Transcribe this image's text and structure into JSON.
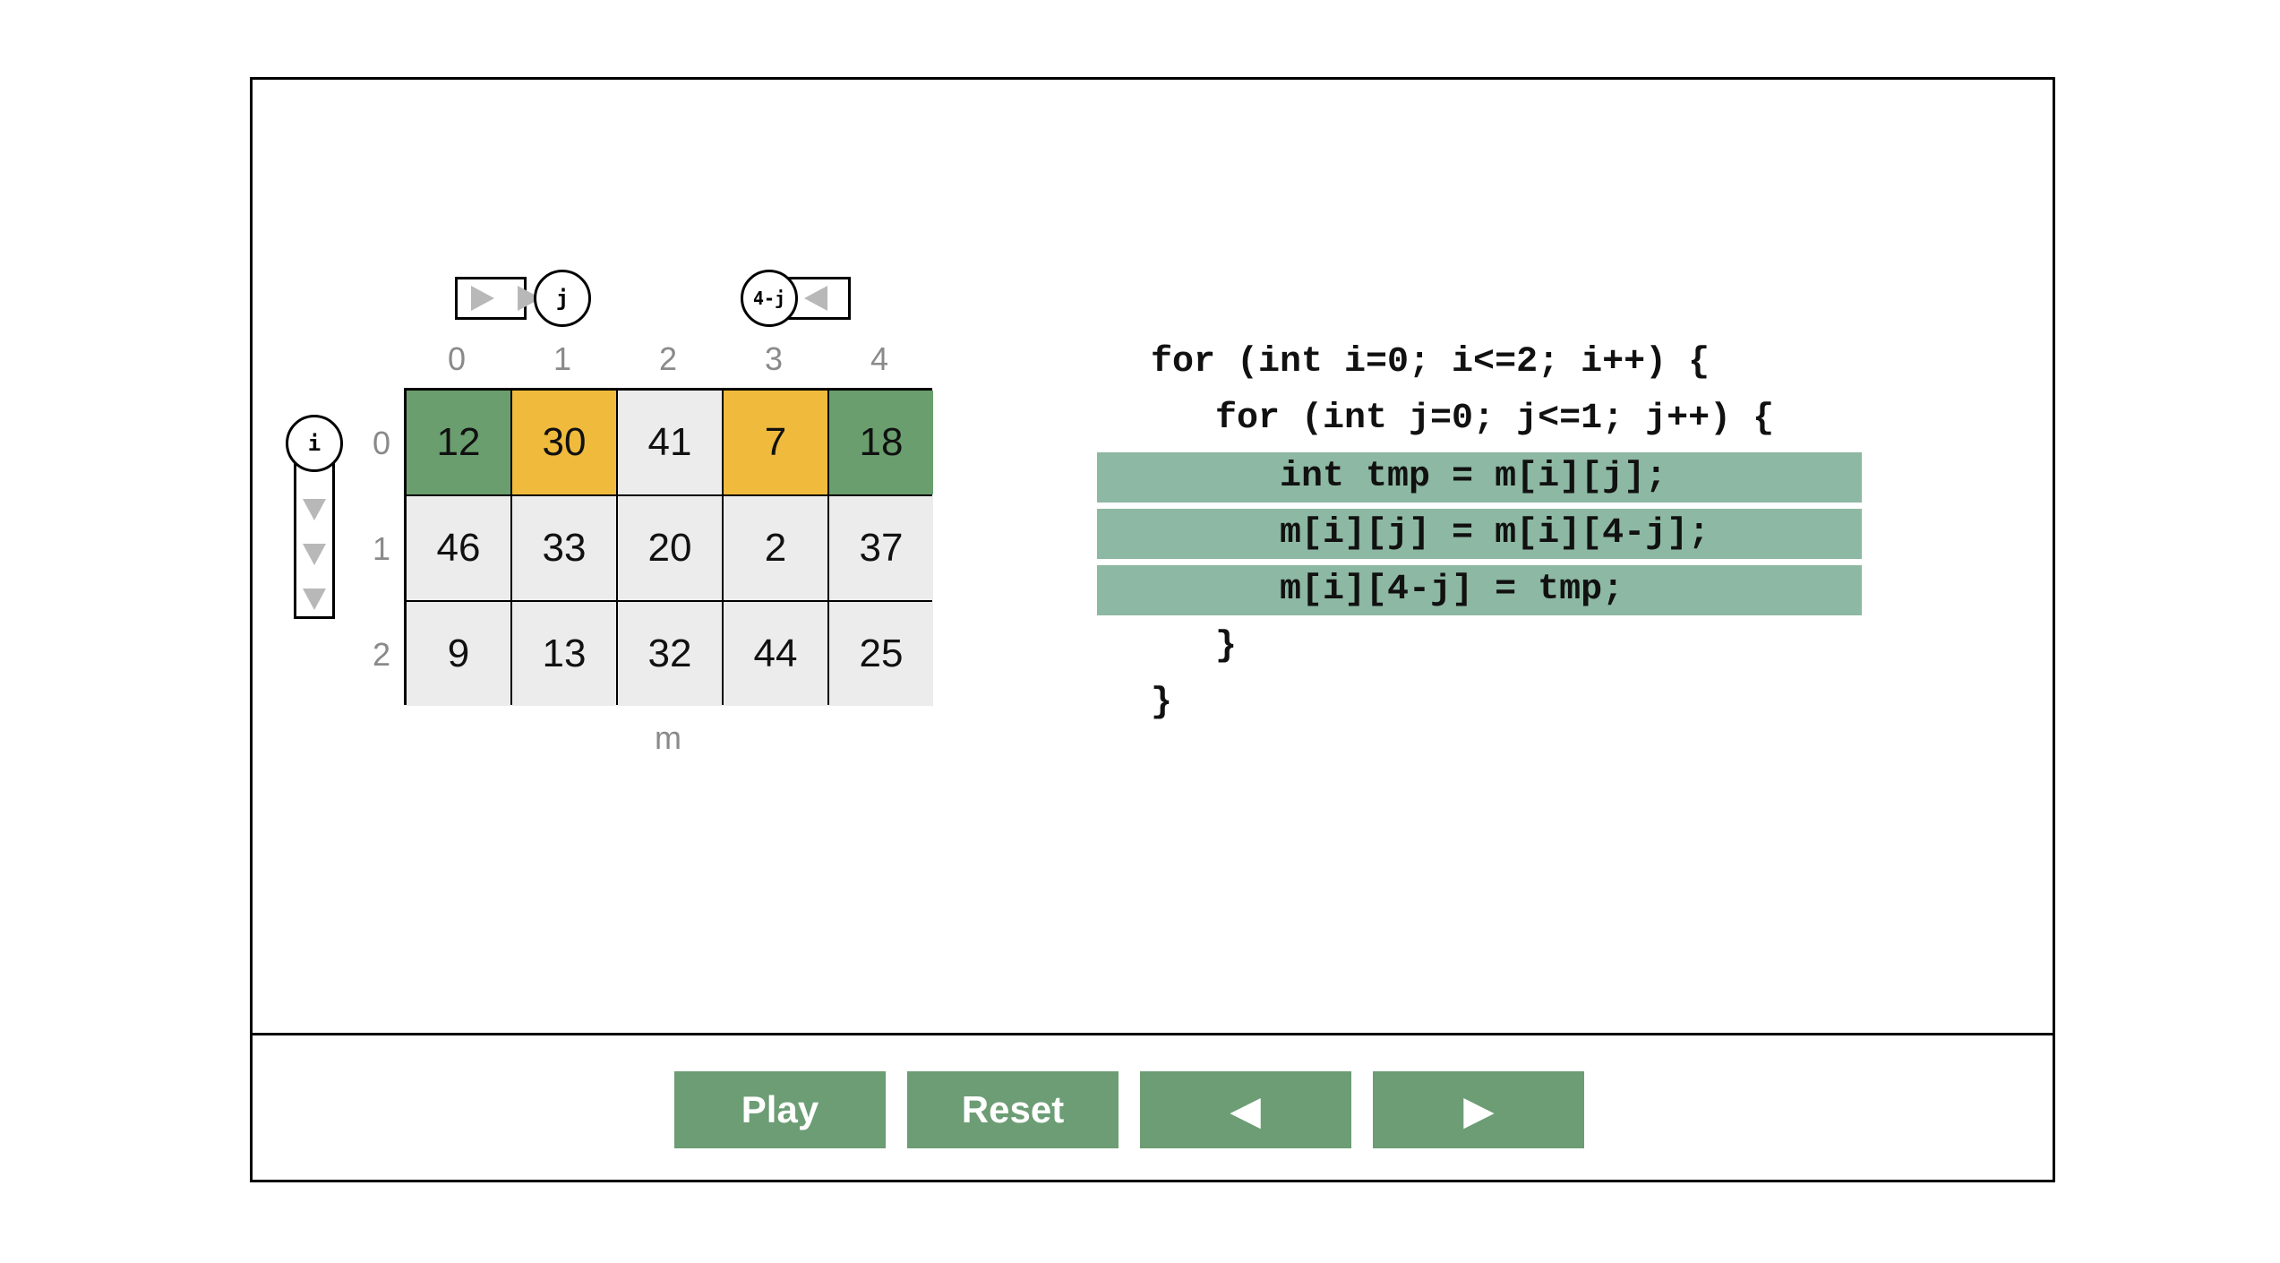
{
  "grid": {
    "caption": "m",
    "col_labels": [
      "0",
      "1",
      "2",
      "3",
      "4"
    ],
    "row_labels": [
      "0",
      "1",
      "2"
    ],
    "rows": [
      [
        "12",
        "30",
        "41",
        "7",
        "18"
      ],
      [
        "46",
        "33",
        "20",
        "2",
        "37"
      ],
      [
        "9",
        "13",
        "32",
        "44",
        "25"
      ]
    ],
    "cell_colors": [
      [
        "#6a9e6e",
        "#f0ba3c",
        "#ececec",
        "#f0ba3c",
        "#6a9e6e"
      ],
      [
        "#ececec",
        "#ececec",
        "#ececec",
        "#ececec",
        "#ececec"
      ],
      [
        "#ececec",
        "#ececec",
        "#ececec",
        "#ececec",
        "#ececec"
      ]
    ]
  },
  "pointers": {
    "j": {
      "label": "j",
      "column": 1
    },
    "k": {
      "label": "4-j",
      "column": 3
    },
    "i": {
      "label": "i",
      "row": 0
    }
  },
  "code": {
    "lines": [
      "for (int i=0; i<=2; i++) {",
      "   for (int j=0; j<=1; j++) {",
      "      int tmp = m[i][j];",
      "      m[i][j] = m[i][4-j];",
      "      m[i][4-j] = tmp;",
      "   }",
      "}"
    ],
    "highlighted_lines": [
      2,
      3,
      4
    ],
    "highlight_color": "#8db8a3"
  },
  "controls": {
    "play_label": "Play",
    "reset_label": "Reset",
    "back_label": "◀",
    "forward_label": "▶",
    "button_color": "#6c9d74"
  }
}
